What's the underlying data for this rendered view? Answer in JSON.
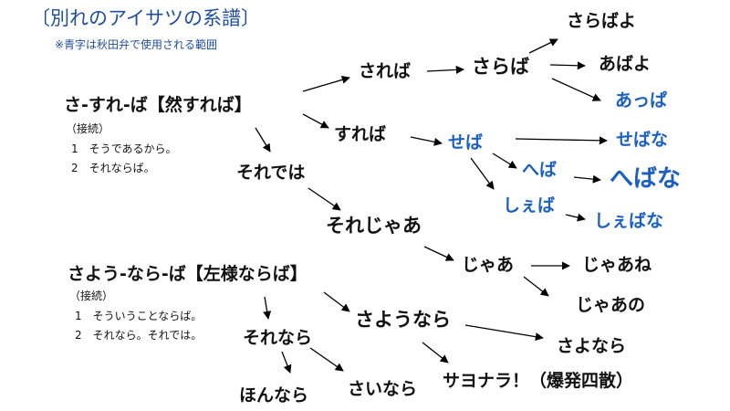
{
  "title": "〔別れのアイサツの系譜〕",
  "note": "※青字は秋田弁で使用される範囲",
  "accent_color": "#1a5fc4",
  "roots": [
    {
      "heading": "さ-すれ-ば【然すれば】",
      "sub_title": "（接続）",
      "senses": [
        "1　そうであるから。",
        "2　それならば。"
      ]
    },
    {
      "heading": "さよう-なら-ば【左様ならば】",
      "sub_title": "（接続）",
      "senses": [
        "1　そういうことならば。",
        "2　それなら。それでは。"
      ]
    }
  ],
  "words": {
    "sareba": "されば",
    "saraba": "さらば",
    "sarabayo": "さらばよ",
    "abayo": "あばよ",
    "appa": "あっぱ",
    "sureba": "すれば",
    "seba": "せば",
    "sebana": "せばな",
    "heba": "へば",
    "hebana": "へばな",
    "sheba": "しぇば",
    "shebana": "しぇばな",
    "soredeha": "それでは",
    "sorejaa": "それじゃあ",
    "jaa": "じゃあ",
    "jaane": "じゃあね",
    "jaano": "じゃあの",
    "sayounara": "さようなら",
    "sayonara": "さよなら",
    "sayonara_katakana": "サヨナラ！（爆発四散）",
    "corenara": "それなら",
    "honnara": "ほんなら",
    "sainara": "さいなら"
  }
}
